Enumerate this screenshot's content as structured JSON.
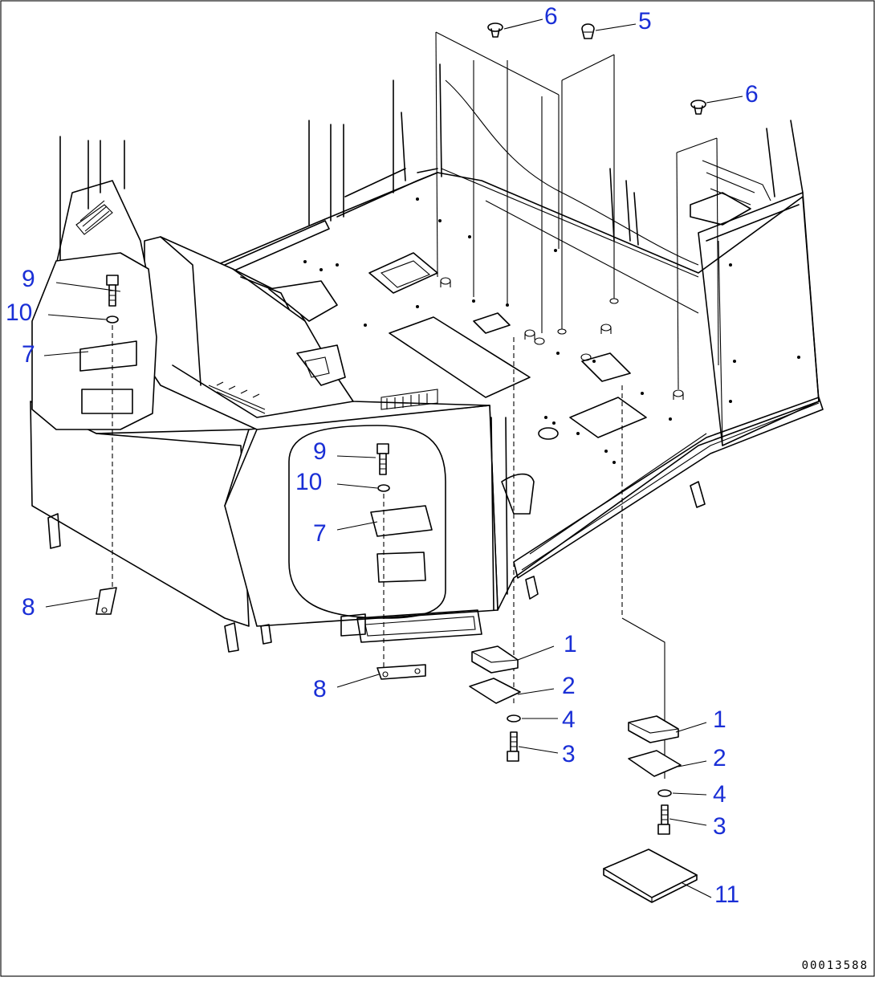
{
  "diagram": {
    "callouts": [
      {
        "id": "c6a",
        "text": "6"
      },
      {
        "id": "c5",
        "text": "5"
      },
      {
        "id": "c6b",
        "text": "6"
      },
      {
        "id": "c9a",
        "text": "9"
      },
      {
        "id": "c10a",
        "text": "10"
      },
      {
        "id": "c7a",
        "text": "7"
      },
      {
        "id": "c9b",
        "text": "9"
      },
      {
        "id": "c10b",
        "text": "10"
      },
      {
        "id": "c7b",
        "text": "7"
      },
      {
        "id": "c8a",
        "text": "8"
      },
      {
        "id": "c8b",
        "text": "8"
      },
      {
        "id": "c1a",
        "text": "1"
      },
      {
        "id": "c2a",
        "text": "2"
      },
      {
        "id": "c4a",
        "text": "4"
      },
      {
        "id": "c3a",
        "text": "3"
      },
      {
        "id": "c1b",
        "text": "1"
      },
      {
        "id": "c2b",
        "text": "2"
      },
      {
        "id": "c4b",
        "text": "4"
      },
      {
        "id": "c3b",
        "text": "3"
      },
      {
        "id": "c11",
        "text": "11"
      }
    ],
    "drawing_number": "00013588",
    "label_color": "#1a2fd6"
  }
}
